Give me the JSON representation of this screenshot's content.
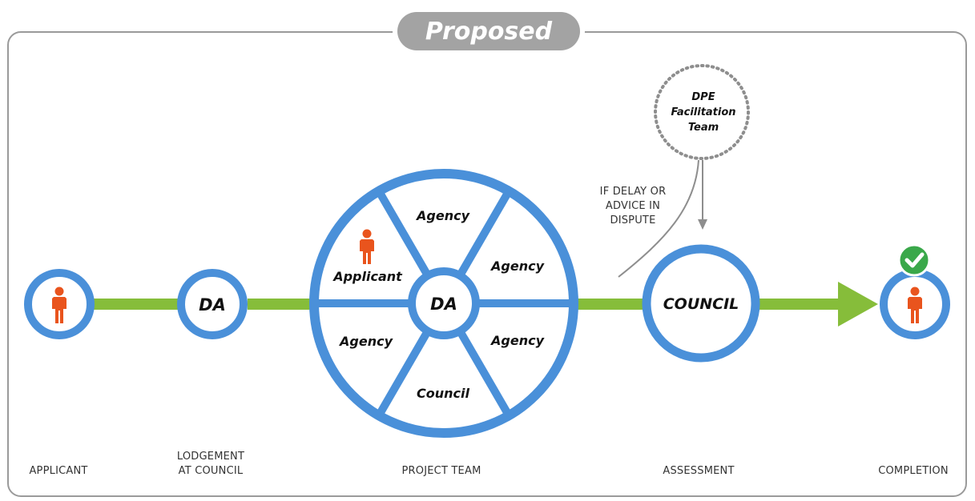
{
  "header": {
    "title": "Proposed"
  },
  "colors": {
    "ring_blue": "#4a90d9",
    "flow_green": "#86bd3a",
    "person_orange": "#e9541d",
    "badge_green": "#3aa84a",
    "header_gray": "#a3a3a3",
    "frame_gray": "#9a9a9a",
    "dotted_gray": "#8e8e8e"
  },
  "nodes": {
    "applicant_start": {
      "icon": "person-icon"
    },
    "lodgement": {
      "label": "DA"
    },
    "hub": {
      "label": "DA"
    },
    "council": {
      "label": "COUNCIL"
    },
    "completion": {
      "icon": "person-icon",
      "badge_icon": "checkmark-icon"
    }
  },
  "wheel": {
    "segments": [
      {
        "label": "Agency"
      },
      {
        "label": "Agency"
      },
      {
        "label": "Agency"
      },
      {
        "label": "Council"
      },
      {
        "label": "Agency"
      },
      {
        "label": "Applicant",
        "icon": "person-icon"
      }
    ]
  },
  "dpe": {
    "line1": "DPE",
    "line2": "Facilitation",
    "line3": "Team"
  },
  "dispute_note": {
    "line1": "IF DELAY OR",
    "line2": "ADVICE IN",
    "line3": "DISPUTE"
  },
  "captions": {
    "applicant": "APPLICANT",
    "lodgement_line1": "LODGEMENT",
    "lodgement_line2": "AT COUNCIL",
    "project_team": "PROJECT TEAM",
    "assessment": "ASSESSMENT",
    "completion": "COMPLETION"
  }
}
